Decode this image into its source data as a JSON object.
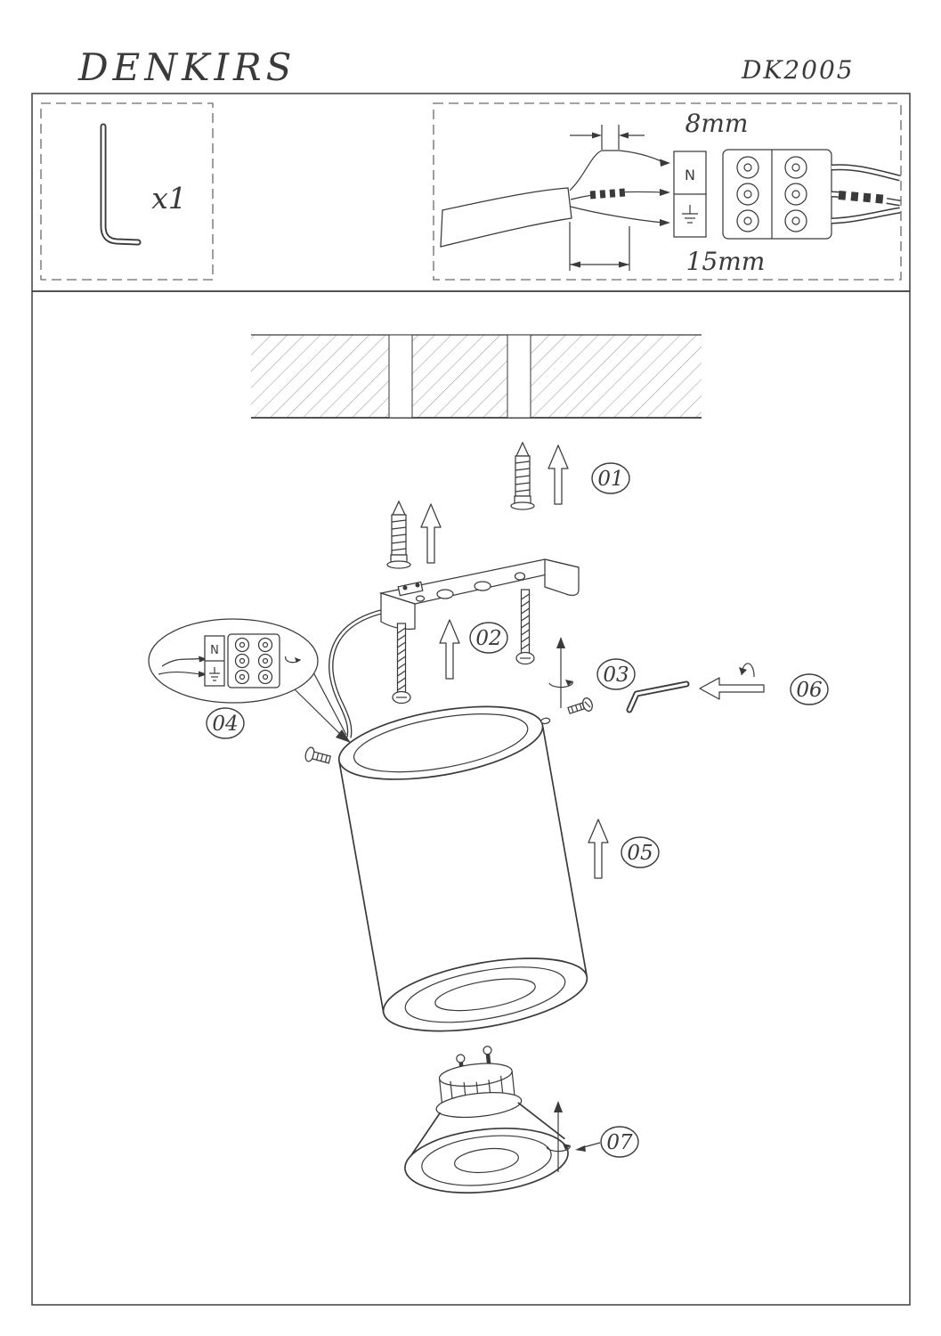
{
  "colors": {
    "ink": "#3a3a3a",
    "hatch": "#9a9a9a"
  },
  "header": {
    "brand": "DENKIRS",
    "model": "DK2005"
  },
  "parts_box": {
    "hex_key_qty": "x1"
  },
  "wiring_box": {
    "strip_length_top": "8mm",
    "strip_length_bottom": "15mm",
    "terminal_neutral_label": "N"
  },
  "callout": {
    "terminal_neutral_label": "N"
  },
  "steps": [
    {
      "label": "01"
    },
    {
      "label": "02"
    },
    {
      "label": "03"
    },
    {
      "label": "04"
    },
    {
      "label": "05"
    },
    {
      "label": "06"
    },
    {
      "label": "07"
    }
  ]
}
